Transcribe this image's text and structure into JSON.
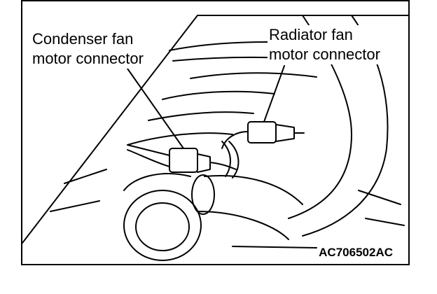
{
  "callouts": {
    "condenser": {
      "line1": "Condenser fan",
      "line2": "motor connector"
    },
    "radiator": {
      "line1": "Radiator fan",
      "line2": "motor connector"
    }
  },
  "figure_code": "AC706502AC"
}
